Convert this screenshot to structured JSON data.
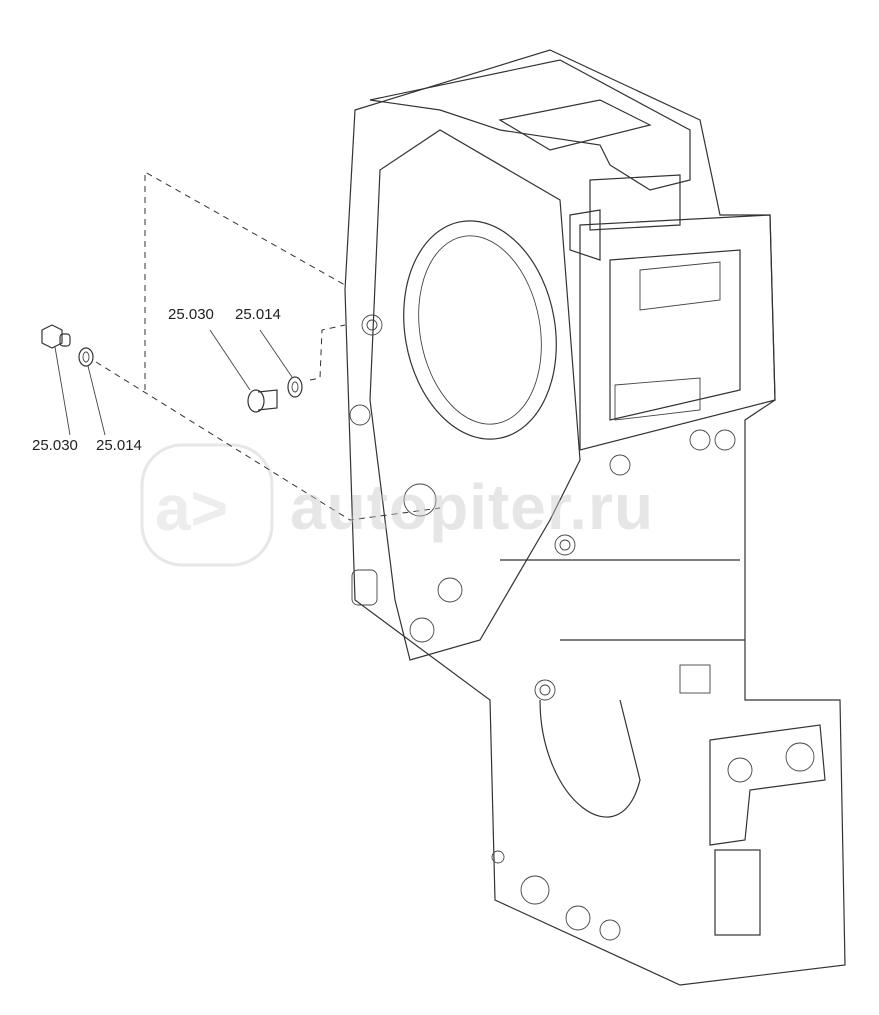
{
  "callouts": [
    {
      "id": "bolt-left",
      "part_number": "25.030"
    },
    {
      "id": "washer-left",
      "part_number": "25.014"
    },
    {
      "id": "bolt-right",
      "part_number": "25.030"
    },
    {
      "id": "washer-right",
      "part_number": "25.014"
    }
  ],
  "watermark": {
    "text": "autopiter.ru",
    "icon": "autopiter-logo-icon"
  }
}
